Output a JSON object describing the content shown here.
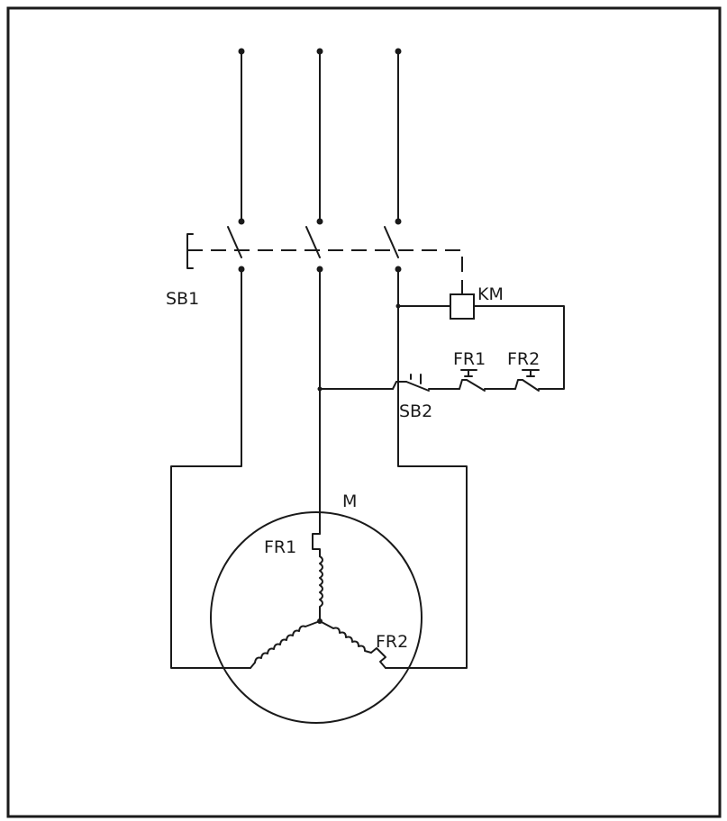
{
  "labels": {
    "sb1": "SB1",
    "km": "KM",
    "fr1_contact": "FR1",
    "fr2_contact": "FR2",
    "sb2": "SB2",
    "motor": "M",
    "fr1_heater": "FR1",
    "fr2_heater": "FR2"
  },
  "colors": {
    "line": "#1a1a1a",
    "background": "#ffffff"
  }
}
